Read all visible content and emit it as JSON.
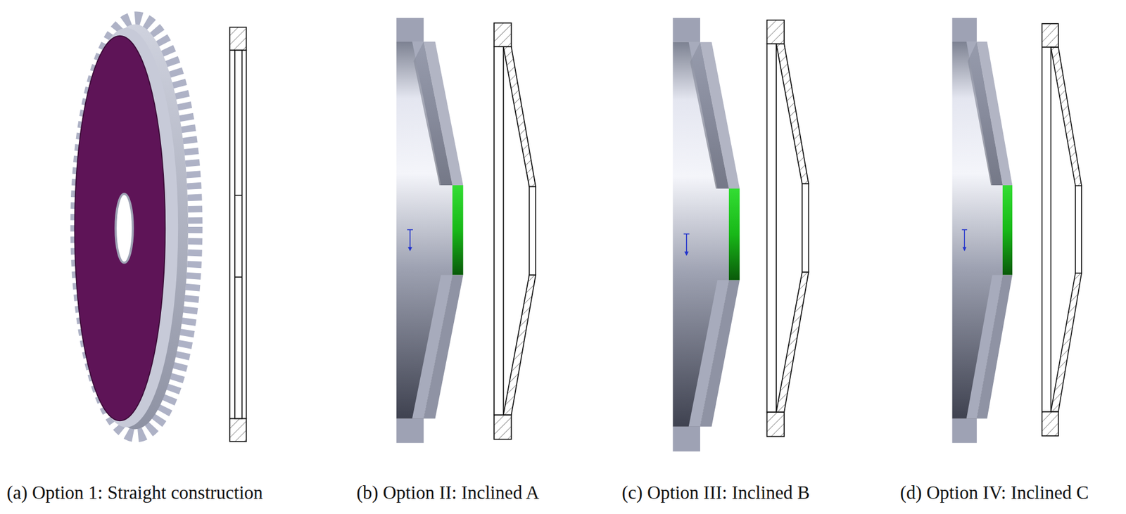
{
  "diagram": {
    "labels": [
      "(a) Option 1: Straight construction",
      "(b) Option II: Inclined A",
      "(c) Option III: Inclined B",
      "(d) Option IV: Inclined C"
    ]
  }
}
